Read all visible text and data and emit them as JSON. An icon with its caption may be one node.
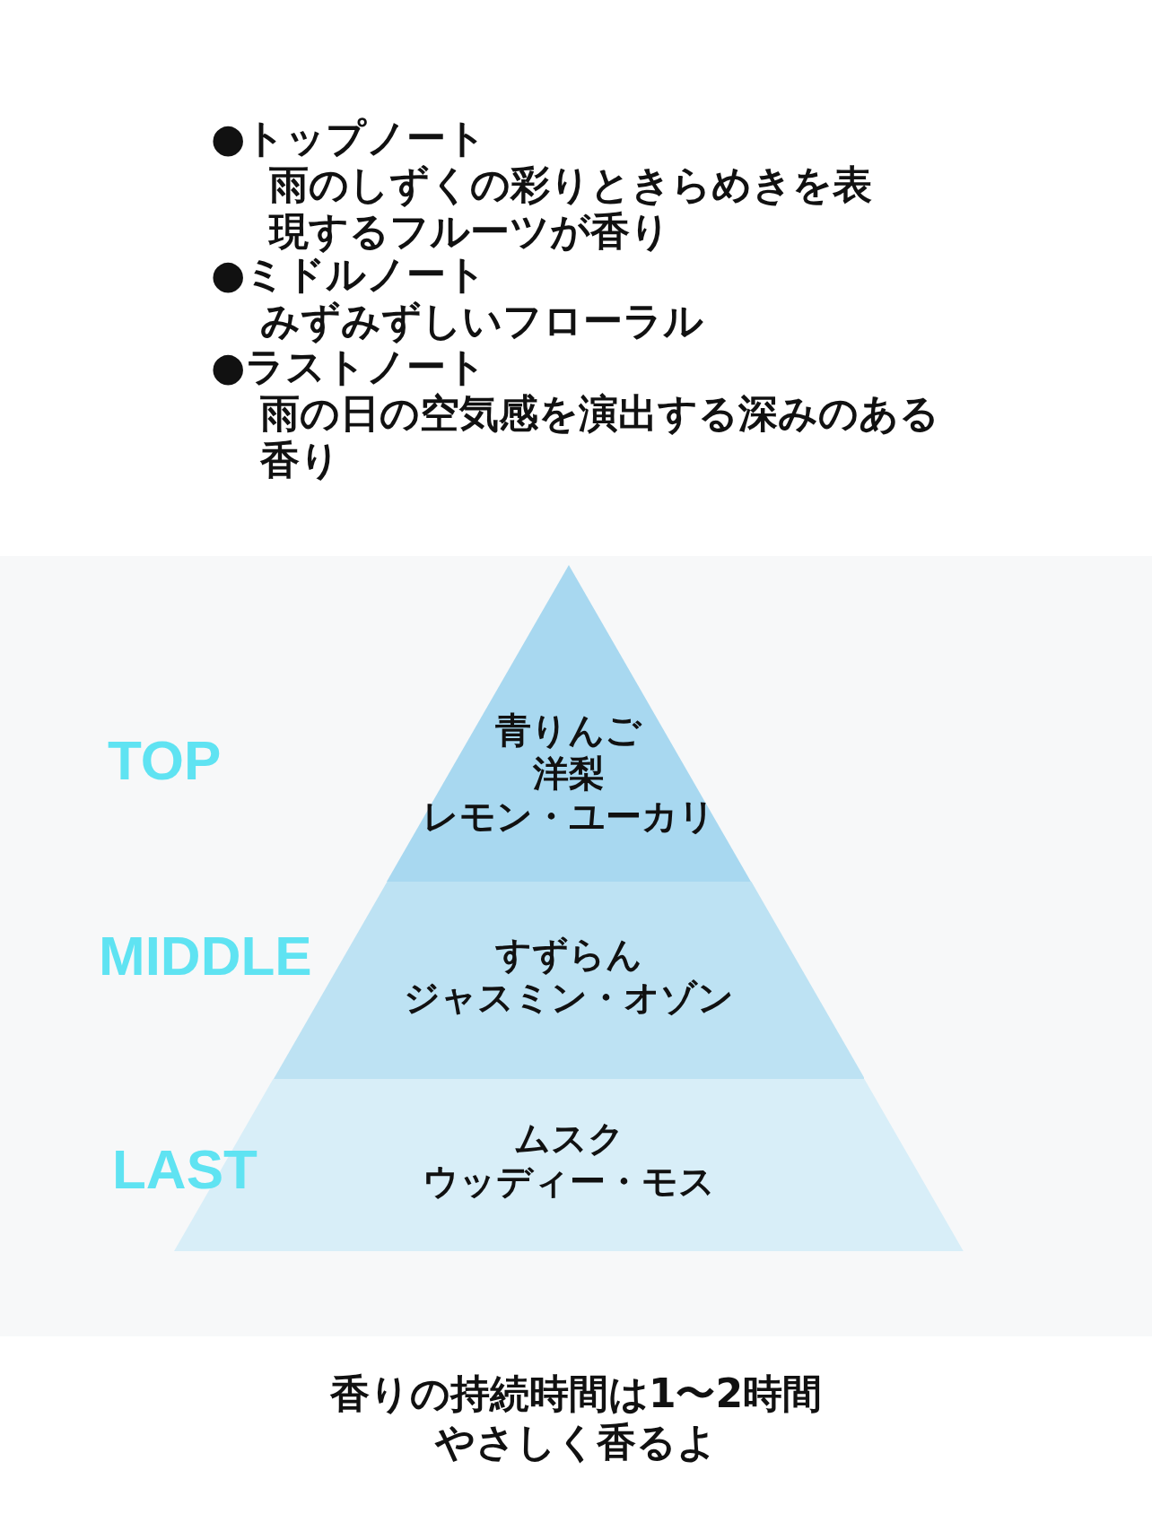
{
  "diagram": {
    "nodes": [
      {
        "text": [
          "青りんご",
          "洋梨",
          "レモン・ユーカリ"
        ],
        "beside": [
          "TOP"
        ]
      },
      {
        "text": [
          "すずらん",
          "ジャスミン・オゾン"
        ],
        "beside": [
          "MIDDLE"
        ]
      },
      {
        "text": [
          "ムスク",
          "ウッディー・モス"
        ],
        "beside": [
          "LAST"
        ]
      }
    ],
    "edges": [],
    "labels": [
      "●トップノート",
      "雨のしずくの彩りときらめきを表現するフルーツが香り",
      "●ミドルノート",
      "みずみずしいフローラル",
      "●ラストノート",
      "雨の日の空気感を演出する深みのある香り",
      "香りの持続時間は1〜2時間",
      "やさしく香るよ"
    ]
  }
}
